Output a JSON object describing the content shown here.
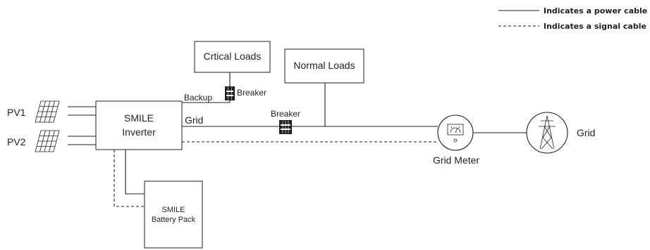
{
  "legend": {
    "power": "Indicates a power cable",
    "signal": "Indicates a signal cable"
  },
  "nodes": {
    "critical_loads": "Crtical Loads",
    "normal_loads": "Normal Loads",
    "inverter_line1": "SMILE",
    "inverter_line2": "Inverter",
    "battery_line1": "SMILE",
    "battery_line2": "Battery Pack",
    "pv1": "PV1",
    "pv2": "PV2",
    "grid_meter": "Grid Meter",
    "grid": "Grid"
  },
  "labels": {
    "backup": "Backup",
    "breaker_backup": "Breaker",
    "grid_port": "Grid",
    "breaker_grid": "Breaker"
  },
  "colors": {
    "line": "#231f20",
    "background": "#ffffff"
  }
}
